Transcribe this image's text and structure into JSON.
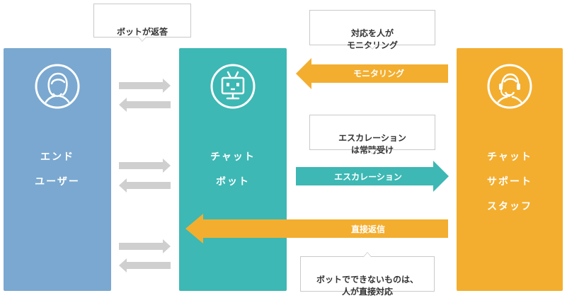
{
  "panels": {
    "user": {
      "label": "エンド\nユーザー"
    },
    "bot": {
      "label": "チャット\nボット"
    },
    "staff": {
      "label": "チャット\nサポート\nスタッフ"
    }
  },
  "callouts": {
    "reply": "ボットが返答",
    "monitor": "対応を人が\nモニタリング",
    "escalation": "エスカレーション\nは常時受け",
    "direct": "ボットでできないものは、\n人が直接対応"
  },
  "arrows": {
    "monitoring": "モニタリング",
    "escalation": "エスカレーション",
    "direct_reply": "直接返信"
  },
  "colors": {
    "user": "#7aa8d0",
    "bot": "#3db8b4",
    "staff": "#f3ae2f",
    "exchange_arrows": "#cfcfcf"
  }
}
